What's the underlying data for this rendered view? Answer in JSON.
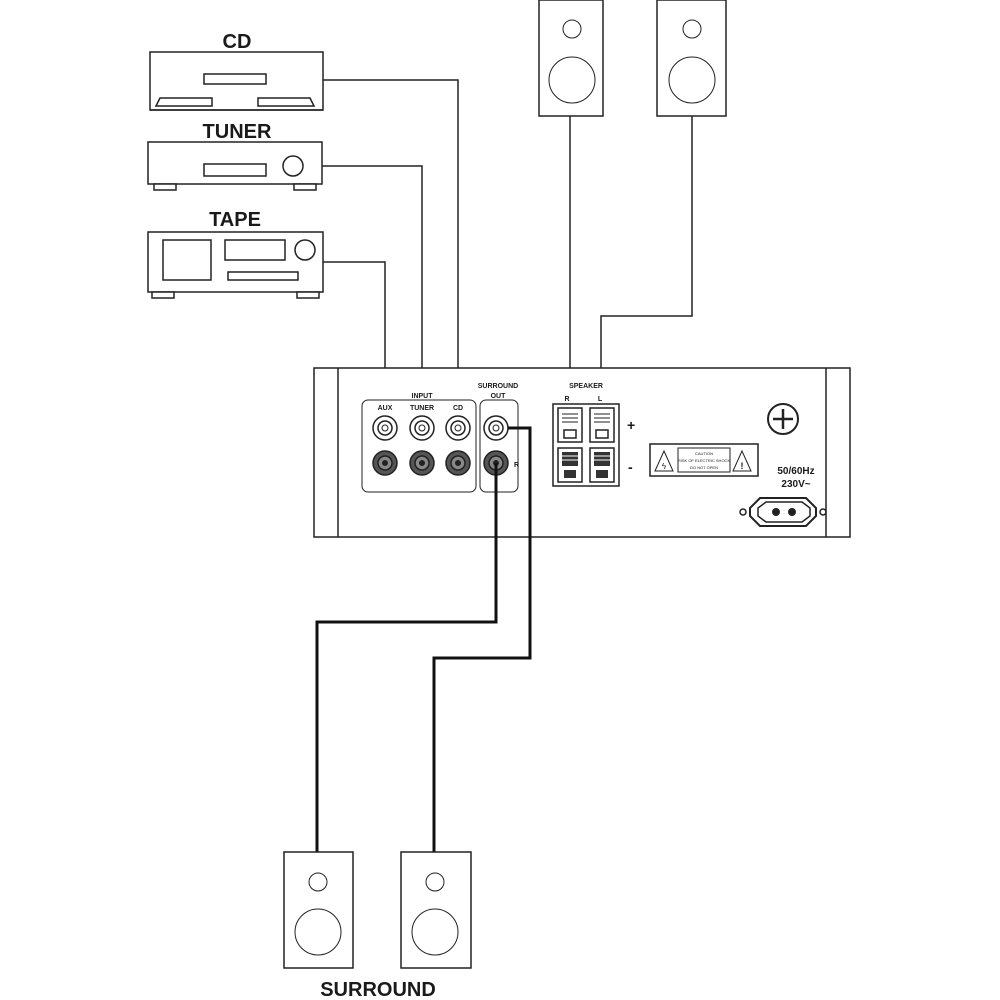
{
  "devices": {
    "cd": "CD",
    "tuner": "TUNER",
    "tape": "TAPE"
  },
  "amplifier": {
    "input_label": "INPUT",
    "aux": "AUX",
    "tuner": "TUNER",
    "cd": "CD",
    "surround_label": "SURROUND",
    "out_label": "OUT",
    "r_label": "R",
    "speaker_label": "SPEAKER",
    "speaker_r": "R",
    "speaker_l": "L",
    "plus": "+",
    "minus": "-",
    "caution_line1": "CAUTION",
    "caution_line2": "RISK OF ELECTRIC SHOCK",
    "caution_line3": "DO NOT OPEN",
    "power_freq": "50/60Hz",
    "power_voltage": "230V~"
  },
  "surround_label": "SURROUND"
}
